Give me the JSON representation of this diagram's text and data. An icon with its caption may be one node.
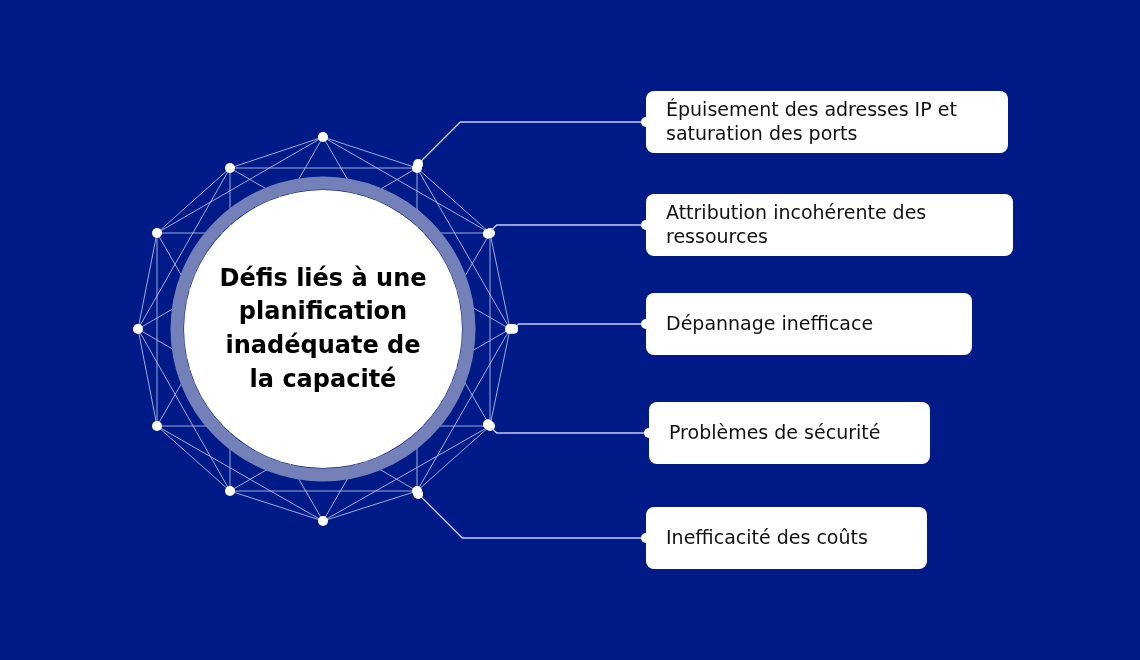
{
  "diagram": {
    "nodes": [
      {
        "text": [
          "Défis liés à une planification inadéquate de la capacité"
        ]
      },
      {
        "text": [
          "Épuisement des adresses IP et saturation des ports"
        ]
      },
      {
        "text": [
          "Attribution incohérente des ressources"
        ]
      },
      {
        "text": [
          "Dépannage inefficace"
        ]
      },
      {
        "text": [
          "Problèmes de sécurité"
        ]
      },
      {
        "text": [
          "Inefficacité des coûts"
        ]
      }
    ],
    "edges": [
      {
        "from": 0,
        "to": 1,
        "arrow": "other"
      },
      {
        "from": 0,
        "to": 2,
        "arrow": "other"
      },
      {
        "from": 0,
        "to": 3,
        "arrow": "other"
      },
      {
        "from": 0,
        "to": 4,
        "arrow": "other"
      },
      {
        "from": 0,
        "to": 5,
        "arrow": "other"
      }
    ]
  }
}
